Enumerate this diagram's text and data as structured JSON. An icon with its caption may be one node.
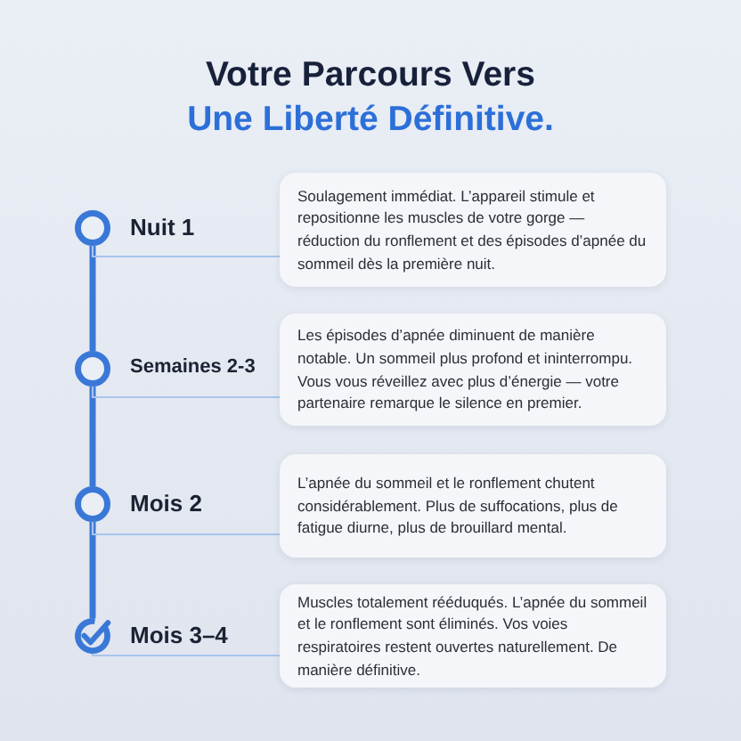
{
  "diagram": {
    "title": "Votre Parcours Vers",
    "nodes": [
      {
        "text": [],
        "shape": "circle",
        "beside": [
          "Nuit 1"
        ]
      },
      {
        "text": [
          "Soulagement immédiat. L’appareil stimule et repositionne les muscles de votre gorge — réduction du ronflement et des épisodes d’apnée du sommeil dès la première nuit."
        ]
      },
      {
        "text": [],
        "shape": "circle",
        "beside": [
          "Semaines 2-3"
        ]
      },
      {
        "text": [
          "Les épisodes d’apnée diminuent de manière notable. Un sommeil plus profond et ininterrompu. Vous vous réveillez avec plus d’énergie — votre partenaire remarque le silence en premier."
        ]
      },
      {
        "text": [],
        "shape": "circle",
        "beside": [
          "Mois 2"
        ]
      },
      {
        "text": [
          "L’apnée du sommeil et le ronflement chutent considérablement. Plus de suffocations, plus de fatigue diurne, plus de brouillard mental."
        ]
      },
      {
        "text": [],
        "shape": "circle",
        "beside": [
          "Mois 3–4"
        ]
      },
      {
        "text": [
          "Muscles totalement rééduqués. L’apnée du sommeil et le ronflement sont éliminés. Vos voies respiratoires restent ouvertes naturellement. De manière définitive."
        ]
      }
    ],
    "edges": [
      {
        "from": 0,
        "to": 2,
        "arrow": "none",
        "style": "thick",
        "color": "#3a78d8"
      },
      {
        "from": 2,
        "to": 4,
        "arrow": "none",
        "style": "thick",
        "color": "#3a78d8"
      },
      {
        "from": 4,
        "to": 6,
        "arrow": "none",
        "style": "thick",
        "color": "#3a78d8"
      },
      {
        "from": 0,
        "to": 1,
        "arrow": "none"
      },
      {
        "from": 2,
        "to": 3,
        "arrow": "none"
      },
      {
        "from": 4,
        "to": 5,
        "arrow": "none"
      },
      {
        "from": 6,
        "to": 7,
        "arrow": "none"
      }
    ],
    "labels": [
      "Une Liberté Définitive."
    ]
  }
}
